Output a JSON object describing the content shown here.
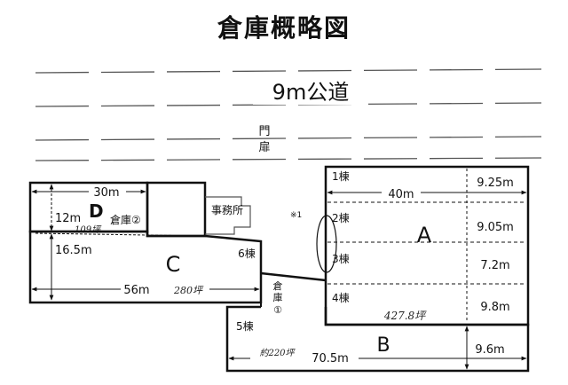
{
  "title": "倉庫概略図",
  "road": {
    "label": "9m公道"
  },
  "gate": {
    "label": [
      "門",
      "扉"
    ]
  },
  "office": {
    "label": "事務所"
  },
  "note": {
    "label": "※1"
  },
  "building_a": {
    "label": "A",
    "sections": [
      "1棟",
      "2棟",
      "3棟",
      "4棟"
    ],
    "width": "40m",
    "section_depths": [
      "9.25m",
      "9.05m",
      "7.2m",
      "9.8m"
    ],
    "area_note": "427.8坪"
  },
  "building_b": {
    "label": "B",
    "width": "70.5m",
    "depth": "9.6m",
    "area_note": "約220坪",
    "section": "5棟"
  },
  "building_c": {
    "label": "C",
    "section": "6棟",
    "depth": "16.5m",
    "width": "56m",
    "area_note": "280坪"
  },
  "building_d": {
    "label": "D",
    "name": "倉庫②",
    "width": "30m",
    "depth": "12m",
    "area_note": "109坪"
  },
  "warehouse_1": {
    "label": [
      "倉",
      "庫",
      "①"
    ]
  }
}
